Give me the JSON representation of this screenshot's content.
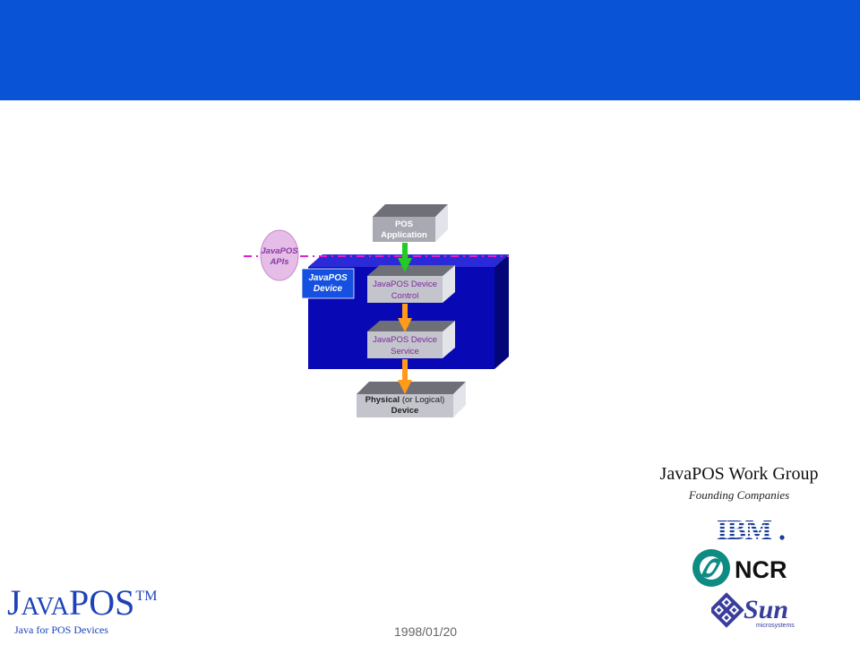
{
  "diagram": {
    "pos_application": [
      "POS",
      "Application"
    ],
    "device_control": [
      "JavaPOS Device",
      "Control"
    ],
    "device_service": [
      "JavaPOS Device",
      "Service"
    ],
    "physical_device": {
      "line1_bold": "Physical",
      "line1_rest": " (or Logical)",
      "line2": "Device"
    },
    "device_tag": [
      "JavaPOS",
      "Device"
    ],
    "apis_bubble": [
      "JavaPOS",
      "APIs"
    ]
  },
  "workgroup": {
    "title": "JavaPOS Work Group",
    "subtitle": "Founding Companies"
  },
  "logos": {
    "ibm": "IBM",
    "ncr": "NCR",
    "sun": "Sun",
    "sun_sub": "microsystems"
  },
  "brand": {
    "j": "J",
    "ava": "AVA",
    "pos": "POS",
    "tm": "TM",
    "tagline": "Java for POS Devices"
  },
  "footer": {
    "date": "1998/01/20"
  },
  "colors": {
    "header_blue": "#0954d6",
    "device_blue": "#0808b4",
    "block_gray": "#a9a9b3",
    "arrow_green": "#22cc22",
    "arrow_orange": "#ff9a1a",
    "api_line_magenta": "#e020c8"
  }
}
